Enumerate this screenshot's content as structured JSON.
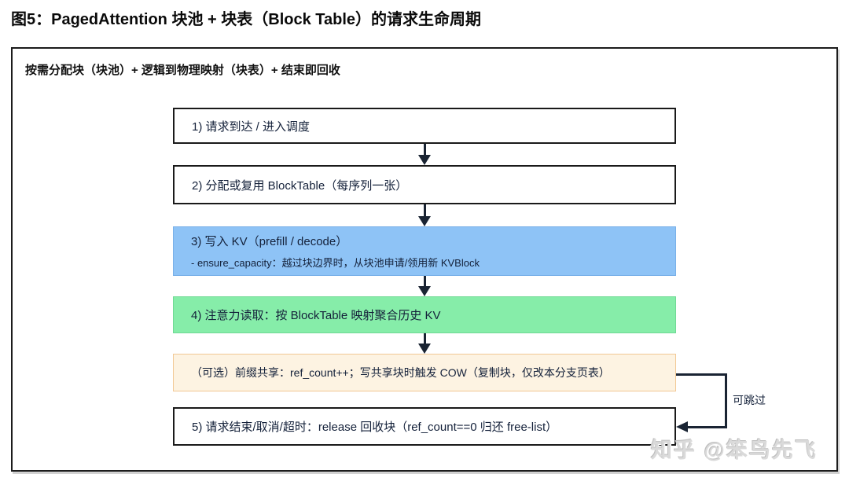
{
  "figure_title": "图5：PagedAttention 块池 + 块表（Block Table）的请求生命周期",
  "diagram": {
    "caption": "按需分配块（块池）+ 逻辑到物理映射（块表）+ 结束即回收",
    "steps": [
      {
        "text": "1) 请求到达 / 进入调度",
        "fill": "#ffffff"
      },
      {
        "text": "2) 分配或复用 BlockTable（每序列一张）",
        "fill": "#ffffff"
      },
      {
        "text": "3) 写入 KV（prefill / decode）",
        "subtext": "- ensure_capacity：越过块边界时，从块池申请/领用新 KVBlock",
        "fill": "#8ec3f6"
      },
      {
        "text": "4) 注意力读取：按 BlockTable 映射聚合历史 KV",
        "fill": "#86eda9"
      },
      {
        "text": "（可选）前缀共享：ref_count++；写共享块时触发 COW（复制块，仅改本分支页表）",
        "fill": "#fdf3e2",
        "border": "#f2c894",
        "optional": true
      },
      {
        "text": "5) 请求结束/取消/超时：release 回收块（ref_count==0 归还 free-list）",
        "fill": "#ffffff"
      }
    ],
    "skip_label": "可跳过",
    "connector_color": "#1a2433",
    "outline_color": "#1c1c1c"
  },
  "watermark": "知乎 @笨鸟先飞"
}
